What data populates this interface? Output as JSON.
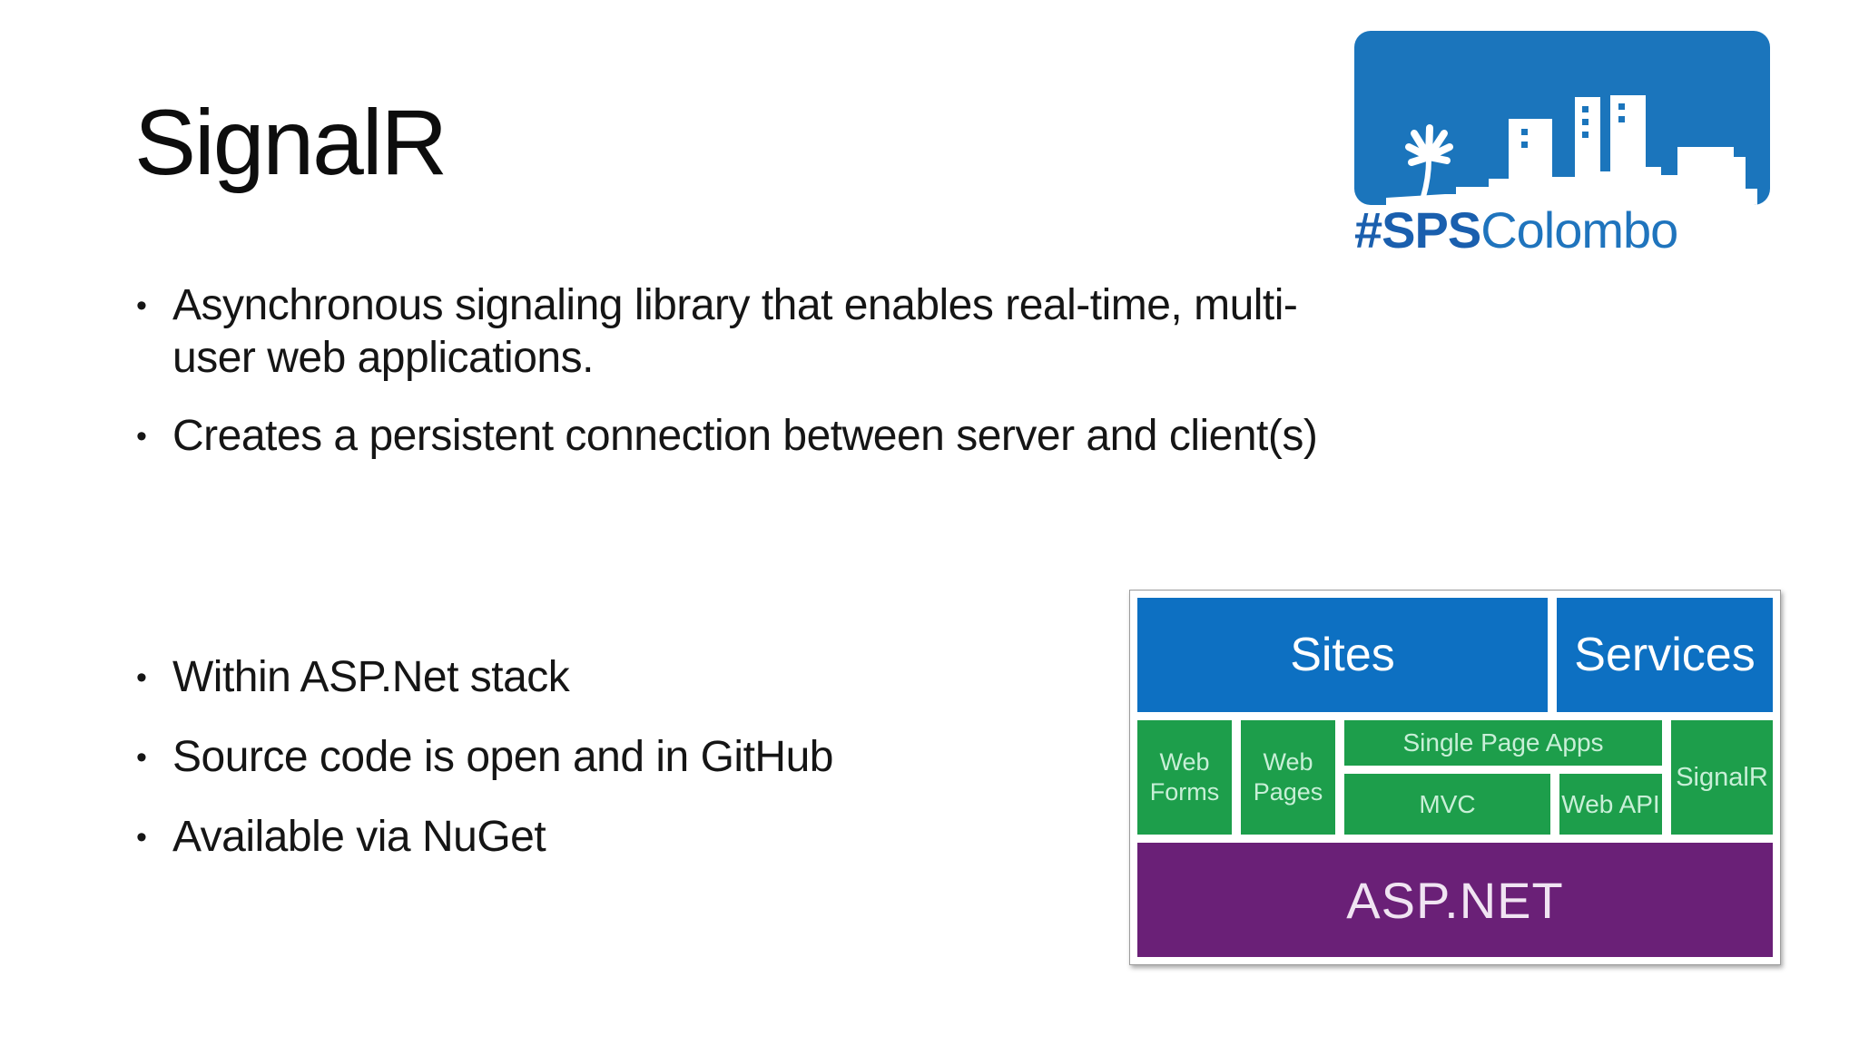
{
  "slide_title": "SignalR",
  "logo": {
    "hashtag": "#SPS",
    "city": "Colombo",
    "badge_color": "#1b75bc",
    "skyline_icon": "colombo-skyline-palm-tree"
  },
  "bullets_top": [
    {
      "text": "Asynchronous signaling library that enables real-time, multi-\nuser web applications."
    },
    {
      "text": "Creates a persistent connection between server and client(s)"
    }
  ],
  "bullets_bottom": [
    {
      "text": "Within ASP.Net stack"
    },
    {
      "text": "Source code is open and in GitHub"
    },
    {
      "text": "Available via NuGet"
    }
  ],
  "stack_diagram": {
    "sites": "Sites",
    "services": "Services",
    "web_forms": "Web Forms",
    "web_pages": "Web Pages",
    "single_page_apps": "Single Page Apps",
    "mvc": "MVC",
    "web_api": "Web API",
    "signalr": "SignalR",
    "aspnet": "ASP.NET",
    "colors": {
      "blue": "#0d70c2",
      "green": "#1d9e4b",
      "purple": "#6a2077"
    }
  }
}
